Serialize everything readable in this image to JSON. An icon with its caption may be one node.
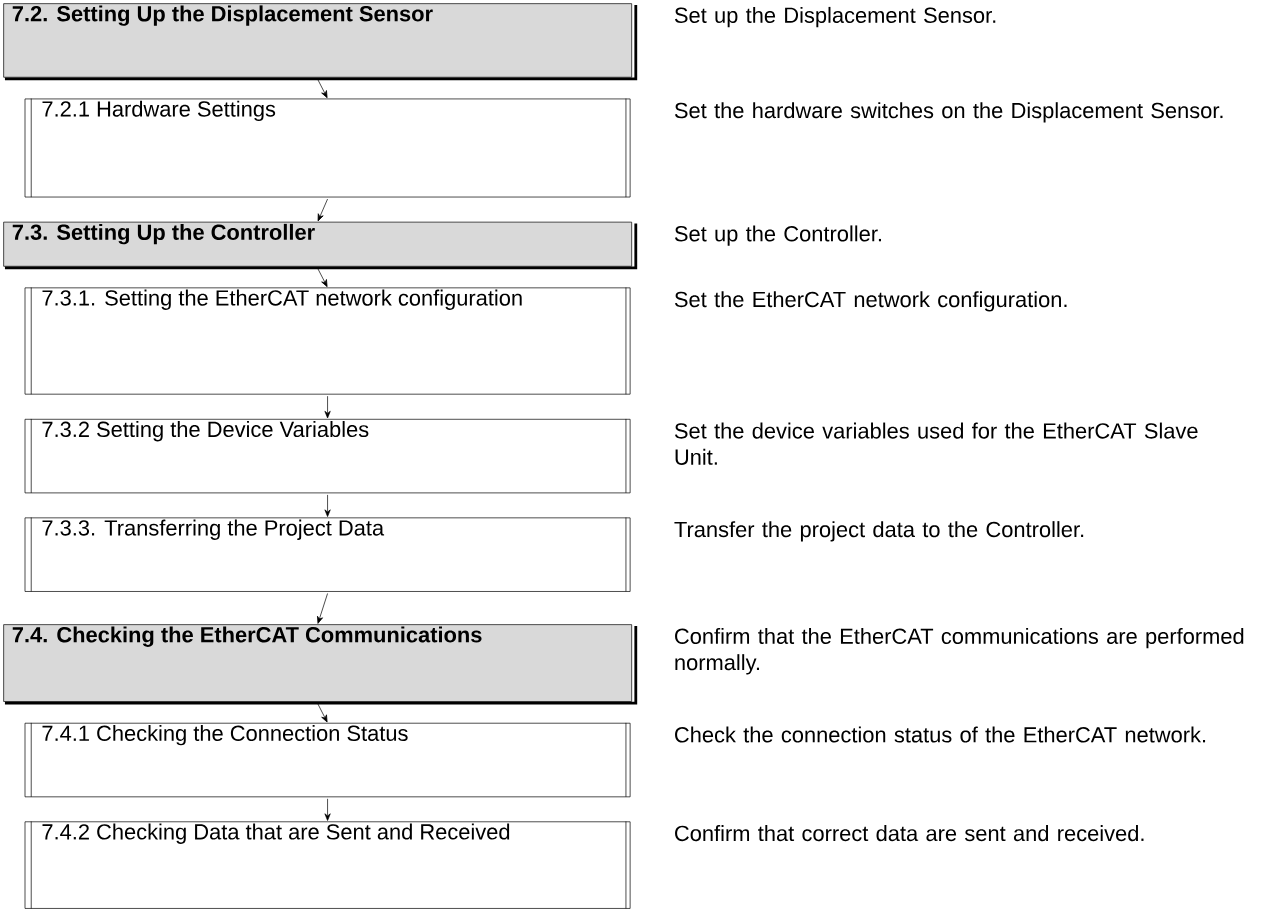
{
  "diagram": {
    "nodes": [
      {
        "text": [
          "7.2. Setting Up the Displacement Sensor"
        ],
        "beside": [
          "Set up the Displacement Sensor."
        ]
      },
      {
        "text": [
          "7.2.1 Hardware Settings"
        ],
        "beside": [
          "Set the hardware switches on the Displacement Sensor."
        ]
      },
      {
        "text": [
          "7.3. Setting Up the Controller"
        ],
        "beside": [
          "Set up the Controller."
        ]
      },
      {
        "text": [
          "7.3.1. Setting the EtherCAT network configuration"
        ],
        "beside": [
          "Set the EtherCAT network configuration."
        ]
      },
      {
        "text": [
          "7.3.2 Setting the Device Variables"
        ],
        "beside": [
          "Set the device variables used for the EtherCAT Slave Unit."
        ]
      },
      {
        "text": [
          "7.3.3. Transferring the Project Data"
        ],
        "beside": [
          "Transfer the project data to the Controller."
        ]
      },
      {
        "text": [
          "7.4. Checking the EtherCAT Communications"
        ],
        "beside": [
          "Confirm that the EtherCAT communications are performed normally."
        ]
      },
      {
        "text": [
          "7.4.1 Checking the Connection Status"
        ],
        "beside": [
          "Check the connection status of the EtherCAT network."
        ]
      },
      {
        "text": [
          "7.4.2 Checking Data that are Sent and Received"
        ],
        "beside": [
          "Confirm that correct data are sent and received."
        ]
      }
    ],
    "edges": [
      {
        "from": 0,
        "to": 1,
        "arrow": "to"
      },
      {
        "from": 1,
        "to": 2,
        "arrow": "to"
      },
      {
        "from": 2,
        "to": 3,
        "arrow": "to"
      },
      {
        "from": 3,
        "to": 4,
        "arrow": "to"
      },
      {
        "from": 4,
        "to": 5,
        "arrow": "to"
      },
      {
        "from": 5,
        "to": 6,
        "arrow": "to"
      },
      {
        "from": 6,
        "to": 7,
        "arrow": "to"
      },
      {
        "from": 7,
        "to": 8,
        "arrow": "to"
      }
    ]
  }
}
